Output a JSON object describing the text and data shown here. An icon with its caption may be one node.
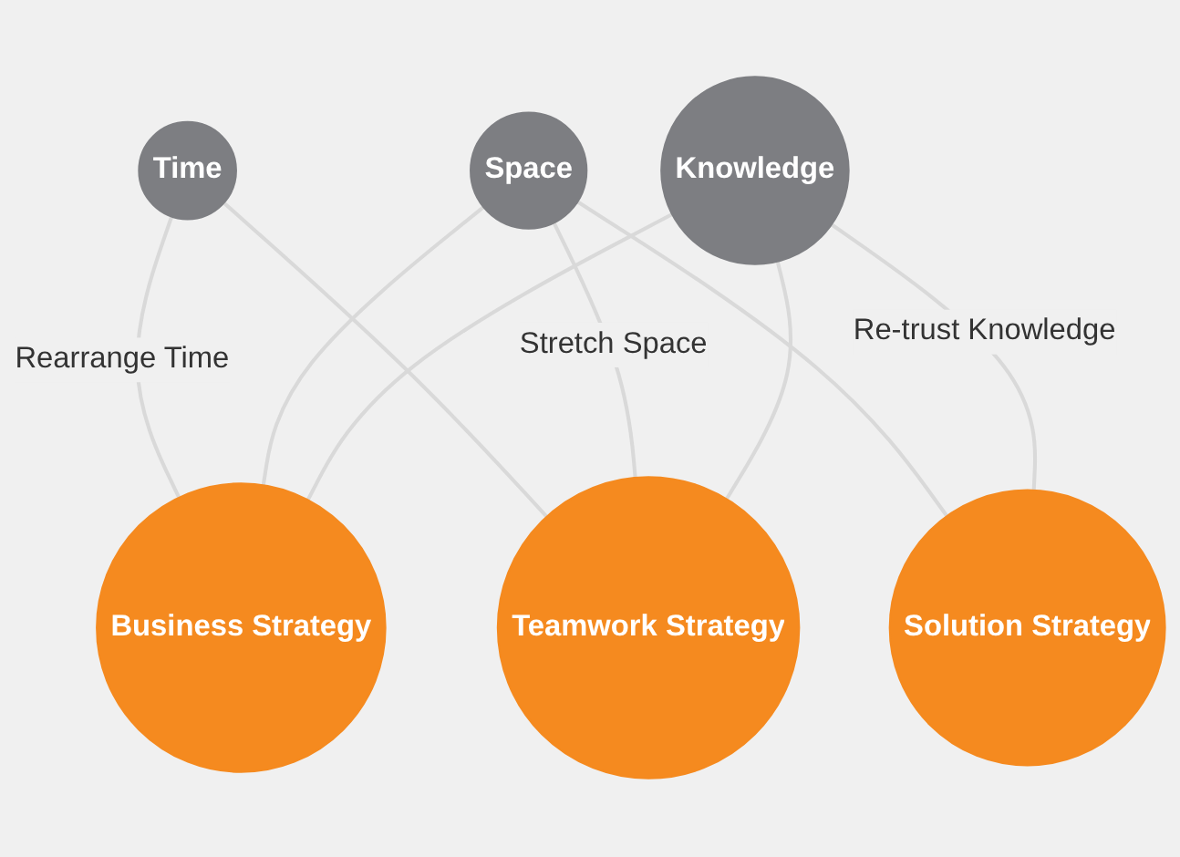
{
  "diagram": {
    "nodes": [
      {
        "text": [
          "Time"
        ]
      },
      {
        "text": [
          "Space"
        ]
      },
      {
        "text": [
          "Knowledge"
        ]
      },
      {
        "text": [
          "Business Strategy"
        ]
      },
      {
        "text": [
          "Teamwork Strategy"
        ]
      },
      {
        "text": [
          "Solution Strategy"
        ]
      }
    ],
    "edges": [
      {
        "from": 0,
        "to": 3,
        "arrow": "none",
        "label": "Rearrange Time"
      },
      {
        "from": 0,
        "to": 4,
        "arrow": "none"
      },
      {
        "from": 1,
        "to": 3,
        "arrow": "none"
      },
      {
        "from": 1,
        "to": 4,
        "arrow": "none",
        "label": "Stretch Space"
      },
      {
        "from": 1,
        "to": 5,
        "arrow": "none"
      },
      {
        "from": 2,
        "to": 3,
        "arrow": "none"
      },
      {
        "from": 2,
        "to": 4,
        "arrow": "none"
      },
      {
        "from": 2,
        "to": 5,
        "arrow": "none",
        "label": "Re-trust Knowledge"
      }
    ]
  }
}
